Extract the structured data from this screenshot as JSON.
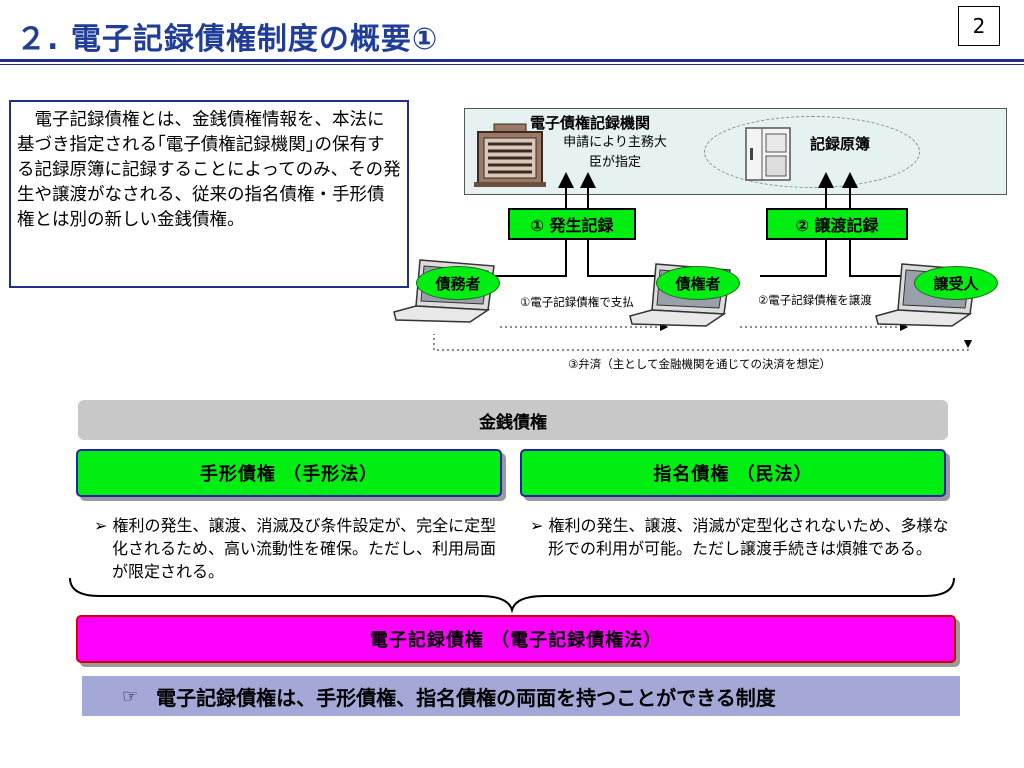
{
  "slide": {
    "title": "２. 電子記録債権制度の概要①",
    "page_number": "2"
  },
  "definition": {
    "text": "電子記録債権とは、金銭債権情報を、本法に基づき指定される｢電子債権記録機関｣の保有する記録原簿に記録することによってのみ、その発生や譲渡がなされる、従来の指名債権・手形債権とは別の新しい金銭債権。"
  },
  "diagram": {
    "agency_title": "電子債権記録機関",
    "agency_subtitle": "申請により主務大臣が指定",
    "ledger_label": "記録原簿",
    "record_issue": "①  発生記録",
    "record_transfer": "②  譲渡記録",
    "parties": {
      "debtor": "債務者",
      "creditor": "債権者",
      "transferee": "譲受人"
    },
    "note_payment": "①電子記録債権で支払",
    "note_transfer": "②電子記録債権を譲渡",
    "note_settlement": "③弁済（主として金融機関を通じての決済を想定）"
  },
  "classification": {
    "monetary_claims": "金銭債権",
    "bill_claims": "手形債権 （手形法）",
    "nominative_claims": "指名債権 （民法）",
    "bill_desc": "権利の発生、譲渡、消滅及び条件設定が、完全に定型化されるため、高い流動性を確保。ただし、利用局面が限定される。",
    "nominative_desc": "権利の発生、譲渡、消滅が定型化されないため、多様な形での利用が可能。ただし譲渡手続きは煩雑である。",
    "electronic_claims": "電子記録債権 （電子記録債権法）",
    "summary": "電子記録債権は、手形債権、指名債権の両面を持つことができる制度"
  },
  "colors": {
    "title": "#1f3d99",
    "green": "#00ee11",
    "magenta": "#ff00ff",
    "summary_bg": "#a3a8d6"
  }
}
